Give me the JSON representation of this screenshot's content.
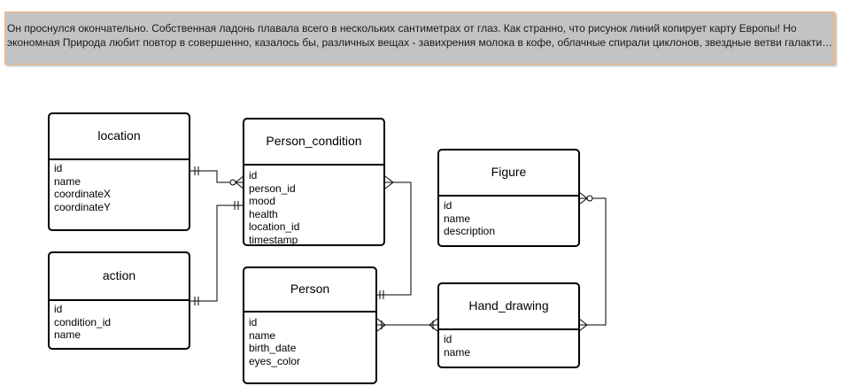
{
  "note": {
    "line1": "Он проснулся окончательно. Собственная ладонь плавала всего в нескольких сантиметрах от глаз. Как странно, что рисунок линий копирует карту Европы! Но",
    "line2": "экономная Природа любит повтор в совершенно, казалось бы, различных вещах - завихрения молока в кофе, облачные спирали циклонов, звездные ветви галактик..."
  },
  "entities": {
    "location": {
      "title": "location",
      "attributes": [
        "id",
        "name",
        "coordinateX",
        "coordinateY"
      ]
    },
    "action": {
      "title": "action",
      "attributes": [
        "id",
        "condition_id",
        "name"
      ]
    },
    "person_condition": {
      "title": "Person_condition",
      "attributes": [
        "id",
        "person_id",
        "mood",
        "health",
        "location_id",
        "timestamp"
      ]
    },
    "person": {
      "title": "Person",
      "attributes": [
        "id",
        "name",
        "birth_date",
        "eyes_color"
      ]
    },
    "figure": {
      "title": "Figure",
      "attributes": [
        "id",
        "name",
        "description"
      ]
    },
    "hand_drawing": {
      "title": "Hand_drawing",
      "attributes": [
        "id",
        "name"
      ]
    }
  }
}
